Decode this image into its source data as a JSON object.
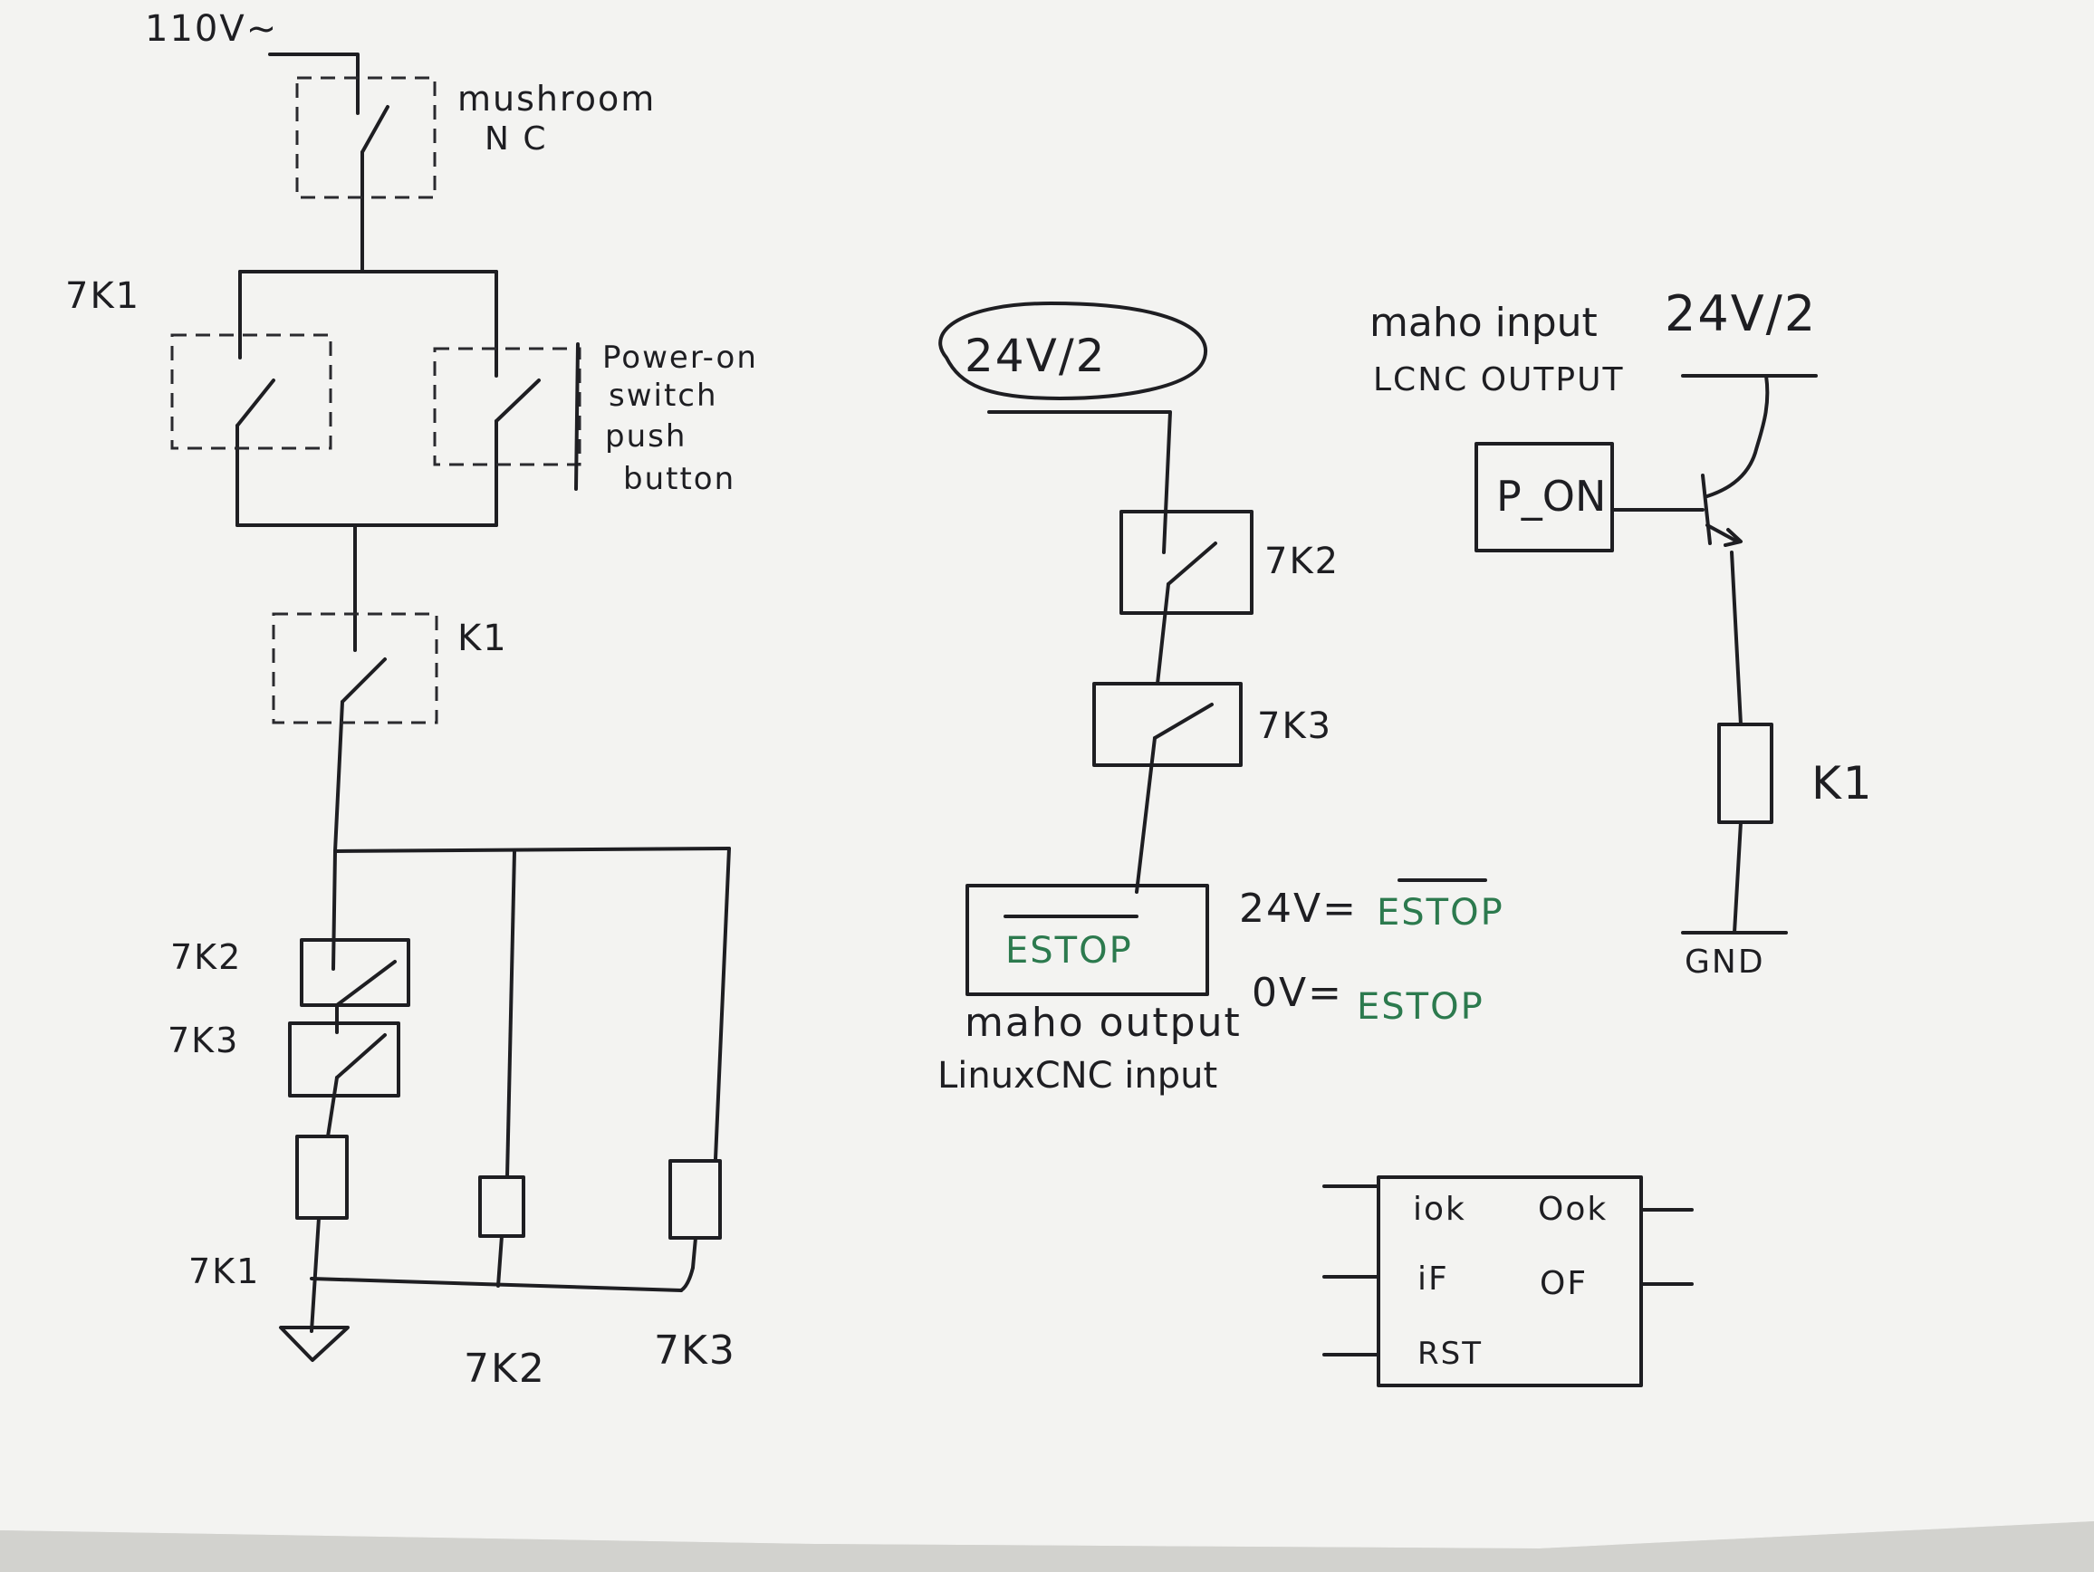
{
  "left_circuit": {
    "supply": "110V~",
    "mushroom_label_1": "mushroom",
    "mushroom_label_2": "N C",
    "contact_7k1": "7K1",
    "power_on_1": "Power-on",
    "power_on_2": "switch",
    "power_on_3": "push",
    "power_on_4": "button",
    "contact_k1": "K1",
    "contact_7k2": "7K2",
    "contact_7k3": "7K3",
    "coil_7k1": "7K1",
    "coil_7k2": "7K2",
    "coil_7k3": "7K3"
  },
  "middle_circuit": {
    "supply": "24V/2",
    "contact_7k2": "7K2",
    "contact_7k3": "7K3",
    "estop_box": "ESTOP",
    "caption_1": "maho output",
    "caption_2": "LinuxCNC input",
    "legend_24v": "24V=",
    "legend_24v_signal": "ESTOP",
    "legend_0v": "0V=",
    "legend_0v_signal": "ESTOP"
  },
  "right_circuit": {
    "title_1": "maho input",
    "title_supply": "24V/2",
    "title_2": "LCNC OUTPUT",
    "p_on": "P_ON",
    "relay_k1": "K1",
    "gnd": "GND"
  },
  "logic_block": {
    "in_ok": "iok",
    "out_ok": "Ook",
    "in_f": "iF",
    "out_f": "OF",
    "rst": "RST"
  },
  "colors": {
    "ink": "#1e1e22",
    "estop_green": "#2c7a4e",
    "paper": "#f3f3f1",
    "background": "#dcdcd8"
  }
}
